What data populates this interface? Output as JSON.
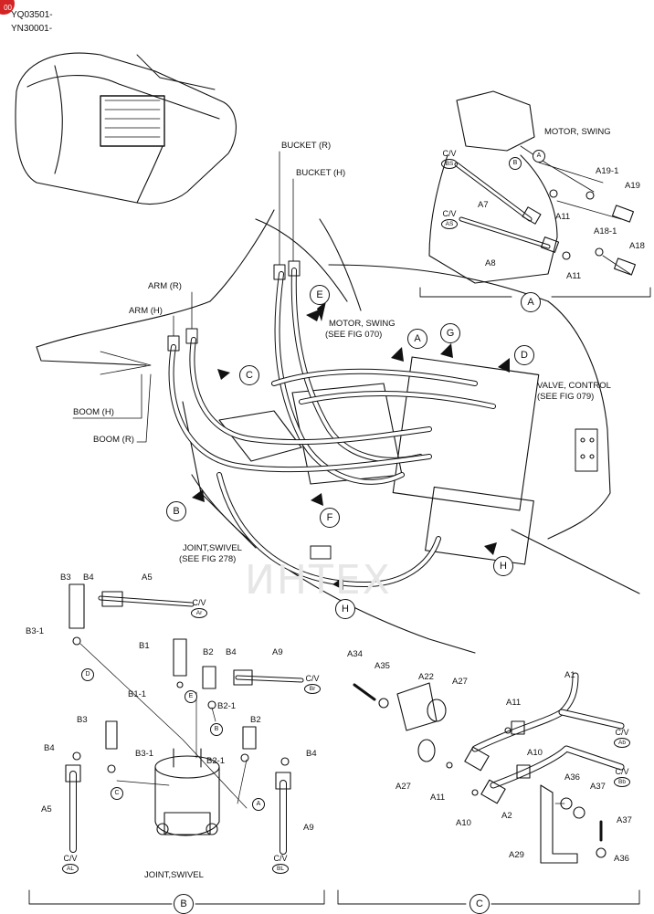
{
  "header": {
    "code_1": "YQ03501-",
    "code_2": "YN30001-",
    "corner_badge": "00"
  },
  "watermark": "ИНТЕХ",
  "main_labels": {
    "bucket_r": "BUCKET (R)",
    "bucket_h": "BUCKET (H)",
    "arm_r": "ARM (R)",
    "arm_h": "ARM (H)",
    "boom_h": "BOOM (H)",
    "boom_r": "BOOM (R)",
    "motor_swing_see": "MOTOR, SWING",
    "see_fig_070": "(SEE FIG 070)",
    "valve_control": "VALVE, CONTROL",
    "see_fig_079": "(SEE FIG 079)",
    "joint_swivel_see": "JOINT,SWIVEL",
    "see_fig_278": "(SEE FIG 278)"
  },
  "view_letters": {
    "a": "A",
    "b": "B",
    "c": "C",
    "d": "D",
    "e": "E",
    "f": "F",
    "g": "G",
    "h": "H"
  },
  "detail_a": {
    "title": "MOTOR, SWING",
    "cv": "C/V",
    "bs": "BS",
    "as": "AS",
    "b": "B",
    "a": "A",
    "a7": "A7",
    "a8": "A8",
    "a11": "A11",
    "a19_1": "A19-1",
    "a19": "A19",
    "a18_1": "A18-1",
    "a18": "A18"
  },
  "detail_b": {
    "title": "JOINT,SWIVEL",
    "b3": "B3",
    "b4": "B4",
    "a5": "A5",
    "cv": "C/V",
    "ar": "Ar",
    "b3_1": "B3-1",
    "d": "D",
    "b1": "B1",
    "b1_1": "B1-1",
    "e": "E",
    "b2": "B2",
    "a9": "A9",
    "br": "Br",
    "b2_1": "B2-1",
    "bb": "B",
    "c": "C",
    "aa": "A",
    "al": "AL",
    "bl": "BL"
  },
  "detail_c": {
    "a34": "A34",
    "a35": "A35",
    "a22": "A22",
    "a27": "A27",
    "a1": "A1",
    "a11": "A11",
    "cv": "C/V",
    "ab": "Ab",
    "bb": "Bb",
    "a10": "A10",
    "a36": "A36",
    "a37": "A37",
    "a2": "A2",
    "a29": "A29"
  }
}
